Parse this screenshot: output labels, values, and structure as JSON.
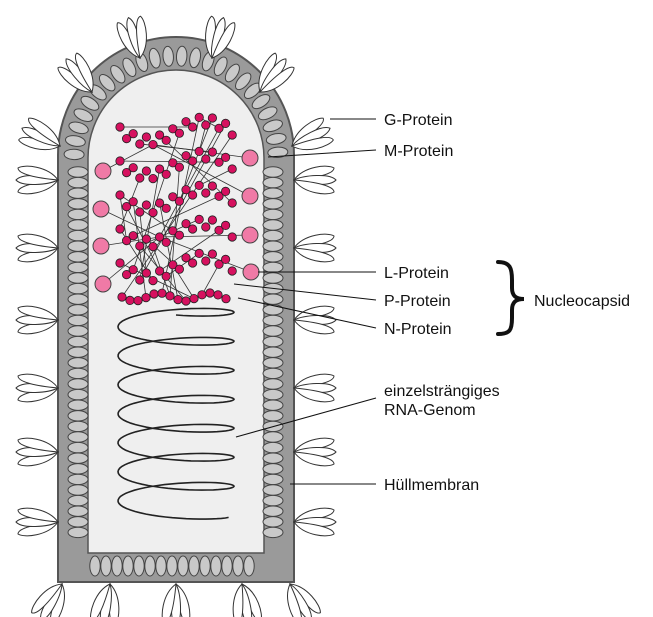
{
  "labels": {
    "g_protein": "G-Protein",
    "m_protein": "M-Protein",
    "l_protein": "L-Protein",
    "p_protein": "P-Protein",
    "n_protein": "N-Protein",
    "nucleocapsid": "Nucleocapsid",
    "genome_line1": "einzelsträngiges",
    "genome_line2": "RNA-Genom",
    "membrane": "Hüllmembran"
  },
  "colors": {
    "membrane_outer": "#6b6b6b",
    "membrane_fill": "#9a9a9a",
    "interior": "#efefef",
    "m_protein_oval": "#c9c9c9",
    "n_protein_bead": "#d6115f",
    "l_protein": "#f07aa6",
    "spike": "#ffffff"
  }
}
